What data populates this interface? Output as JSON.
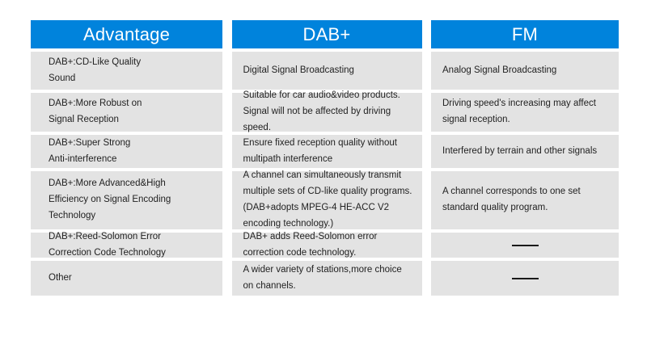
{
  "table": {
    "accent_color": "#0083dc",
    "cell_background": "#e3e3e3",
    "page_background": "#ffffff",
    "text_color": "#222222",
    "columns": [
      {
        "key": "advantage",
        "header": "Advantage",
        "cells": [
          {
            "lines": [
              "DAB+:CD-Like Quality",
              "Sound"
            ]
          },
          {
            "lines": [
              "DAB+:More Robust on",
              "Signal Reception"
            ]
          },
          {
            "lines": [
              "DAB+:Super Strong",
              "Anti-interference"
            ]
          },
          {
            "lines": [
              "DAB+:More Advanced&High",
              "Efficiency on Signal Encoding",
              "Technology"
            ]
          },
          {
            "lines": [
              "DAB+:Reed-Solomon Error",
              "Correction Code Technology"
            ]
          },
          {
            "lines": [
              "Other"
            ]
          }
        ]
      },
      {
        "key": "dabplus",
        "header": "DAB+",
        "cells": [
          {
            "lines": [
              "Digital Signal Broadcasting"
            ]
          },
          {
            "lines": [
              "Suitable for car audio&video products.",
              "Signal will not be affected by driving",
              "speed."
            ]
          },
          {
            "lines": [
              "Ensure fixed reception quality without",
              "multipath interference"
            ]
          },
          {
            "lines": [
              "A channel can simultaneously transmit",
              "multiple sets of CD-like quality programs.",
              "(DAB+adopts MPEG-4 HE-ACC V2",
              "encoding technology.)"
            ]
          },
          {
            "lines": [
              "DAB+ adds Reed-Solomon error",
              "correction code technology."
            ]
          },
          {
            "lines": [
              "A wider variety of stations,more choice",
              "on channels."
            ]
          }
        ]
      },
      {
        "key": "fm",
        "header": "FM",
        "cells": [
          {
            "lines": [
              "Analog Signal Broadcasting"
            ]
          },
          {
            "lines": [
              "Driving speed's increasing may affect",
              "signal reception."
            ]
          },
          {
            "lines": [
              "Interfered by terrain and other signals"
            ]
          },
          {
            "lines": [
              "A channel corresponds to one set",
              "standard quality program."
            ]
          },
          {
            "dash": true,
            "lines": []
          },
          {
            "dash": true,
            "lines": []
          }
        ]
      }
    ]
  }
}
